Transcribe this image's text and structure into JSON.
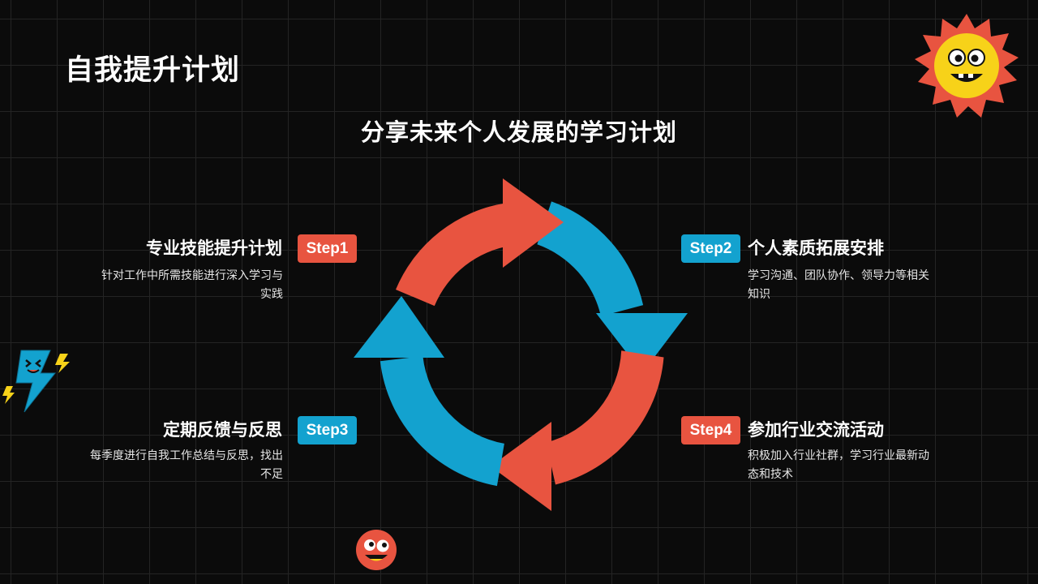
{
  "page": {
    "title": "自我提升计划",
    "subtitle": "分享未来个人发展的学习计划"
  },
  "steps": [
    {
      "badge": "Step1",
      "title": "专业技能提升计划",
      "desc": "针对工作中所需技能进行深入学习与实践",
      "color": "#e85440"
    },
    {
      "badge": "Step2",
      "title": "个人素质拓展安排",
      "desc": "学习沟通、团队协作、领导力等相关知识",
      "color": "#13a2cf"
    },
    {
      "badge": "Step3",
      "title": "定期反馈与反思",
      "desc": "每季度进行自我工作总结与反思，找出不足",
      "color": "#13a2cf"
    },
    {
      "badge": "Step4",
      "title": "参加行业交流活动",
      "desc": "积极加入行业社群，学习行业最新动态和技术",
      "color": "#e85440"
    }
  ],
  "colors": {
    "accent_red": "#e85440",
    "accent_blue": "#13a2cf",
    "background": "#0b0b0b",
    "sun_yellow": "#f7d219"
  },
  "decorations": {
    "cycle": "circular-arrows-diagram",
    "top_right": "sun-mascot-icon",
    "left": "lightning-bolt-mascot-icon",
    "bottom": "smiley-face-icon"
  }
}
